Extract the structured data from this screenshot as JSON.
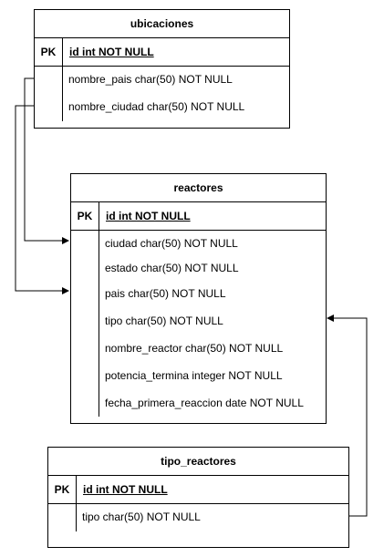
{
  "tables": {
    "ubicaciones": {
      "title": "ubicaciones",
      "pk_label": "PK",
      "pk_field": "id int NOT NULL",
      "fields": [
        "nombre_pais char(50) NOT NULL",
        "nombre_ciudad char(50) NOT NULL"
      ]
    },
    "reactores": {
      "title": "reactores",
      "pk_label": "PK",
      "pk_field": "id int NOT NULL",
      "fields": [
        "ciudad char(50) NOT NULL",
        "estado char(50) NOT NULL",
        "pais char(50) NOT NULL",
        "tipo char(50) NOT NULL",
        "nombre_reactor char(50) NOT NULL",
        "potencia_termina integer NOT NULL",
        "fecha_primera_reaccion date NOT NULL"
      ]
    },
    "tipo_reactores": {
      "title": "tipo_reactores",
      "pk_label": "PK",
      "pk_field": "id int NOT NULL",
      "fields": [
        "tipo char(50) NOT NULL"
      ]
    }
  },
  "relationships": [
    {
      "from": "ubicaciones",
      "to": "reactores.ciudad"
    },
    {
      "from": "ubicaciones",
      "to": "reactores.pais"
    },
    {
      "from": "tipo_reactores",
      "to": "reactores.tipo"
    }
  ]
}
